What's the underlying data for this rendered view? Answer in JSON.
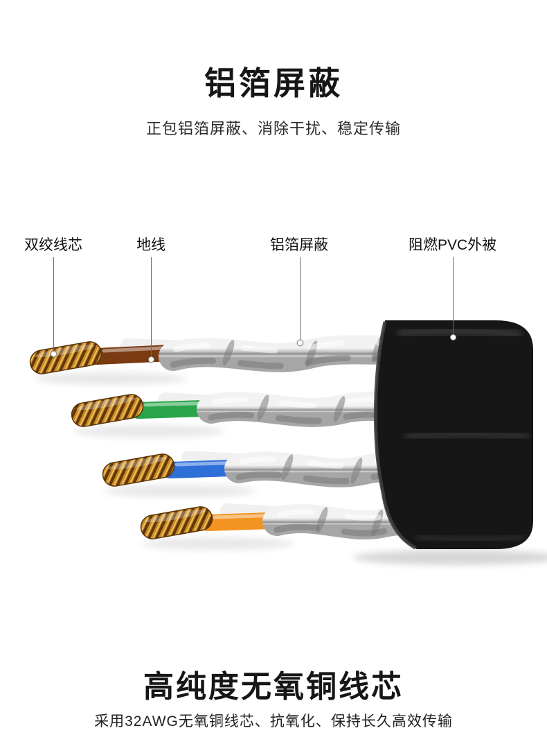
{
  "header": {
    "title": "铝箔屏蔽",
    "subtitle": "正包铝箔屏蔽、消除干扰、稳定传输"
  },
  "callouts": [
    {
      "label": "双绞线芯"
    },
    {
      "label": "地线"
    },
    {
      "label": "铝箔屏蔽"
    },
    {
      "label": "阻燃PVC外被"
    }
  ],
  "footer": {
    "title": "高纯度无氧铜线芯",
    "subtitle": "采用32AWG无氧铜线芯、抗氧化、保持长久高效传输"
  },
  "colors": {
    "jacket": "#161616",
    "foil": "#c9c9c9",
    "copper": "#c98a24",
    "wire_brown": "#7a3a12",
    "wire_green": "#29a44a",
    "wire_blue": "#2f6fd8",
    "wire_orange": "#f39321",
    "wire_white": "#f0f0f0"
  }
}
